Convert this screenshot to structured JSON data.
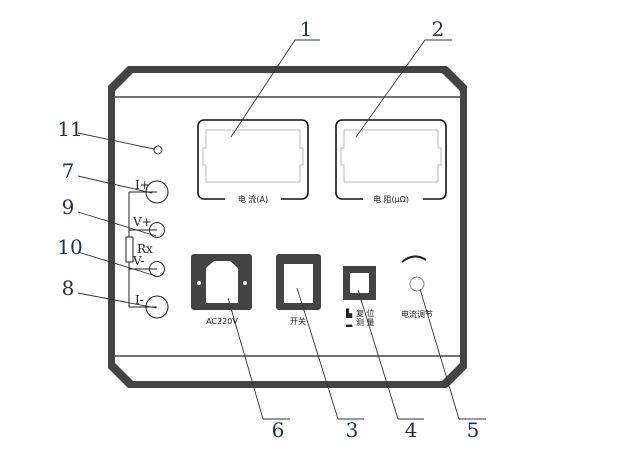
{
  "callouts": {
    "n1": "1",
    "n2": "2",
    "n3": "3",
    "n4": "4",
    "n5": "5",
    "n6": "6",
    "n7": "7",
    "n8": "8",
    "n9": "9",
    "n10": "10",
    "n11": "11"
  },
  "displays": {
    "current_label": "电 流(A)",
    "resistance_label": "电 阻(μΩ)"
  },
  "power": {
    "label": "AC220V"
  },
  "switch": {
    "label": "开关"
  },
  "reset": {
    "label_reset": "复 位",
    "label_measure": "测 量"
  },
  "knob": {
    "label": "电流调节"
  },
  "terminals": {
    "i_plus": "I+",
    "v_plus": "V+",
    "rx": "Rx",
    "v_minus": "V-",
    "i_minus": "I-"
  },
  "colors": {
    "frame": "#444444",
    "callout": "#17324d"
  }
}
